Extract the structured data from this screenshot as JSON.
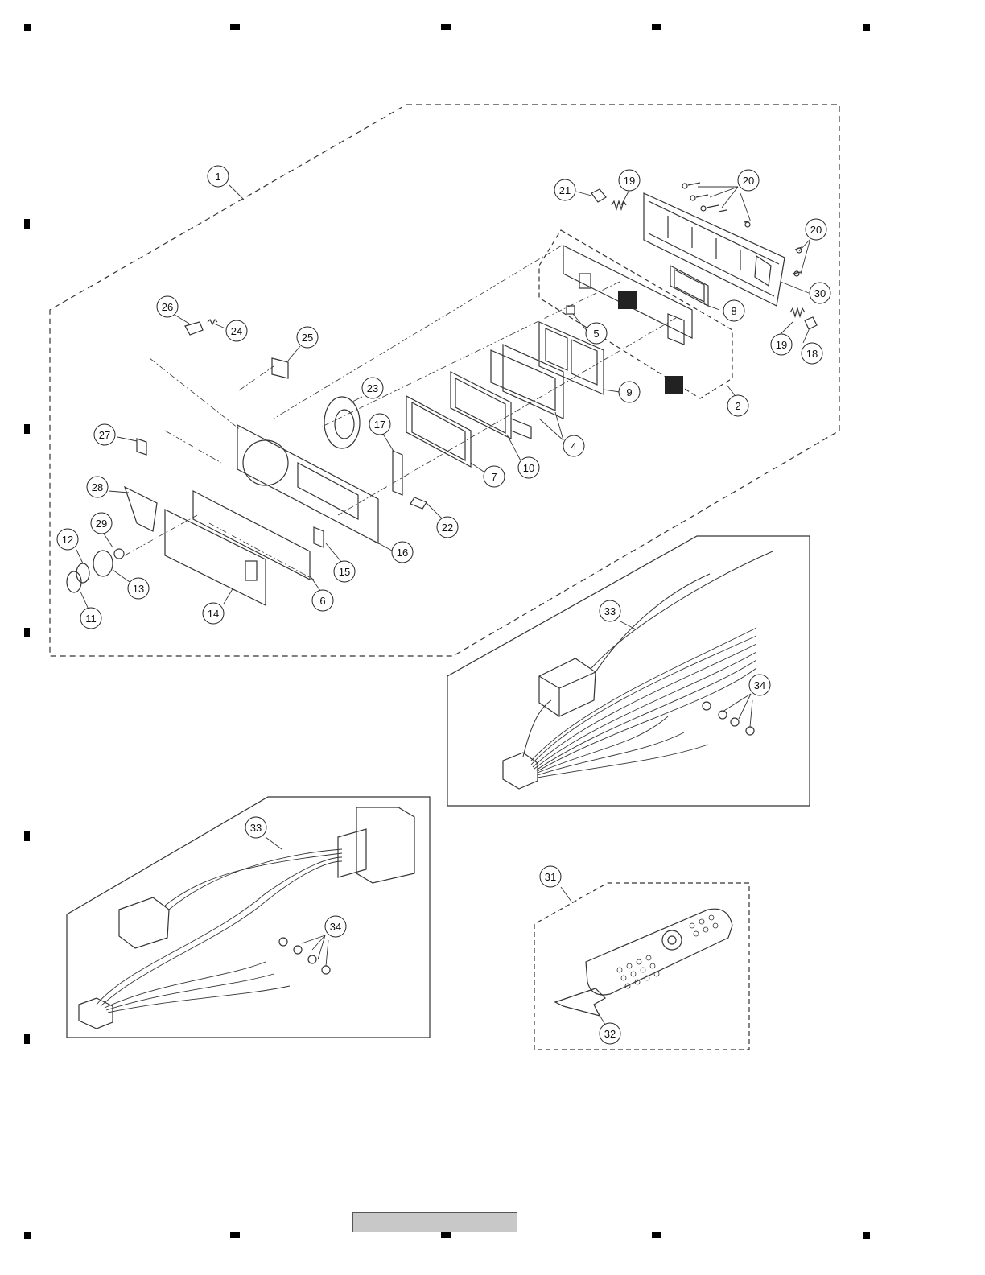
{
  "colors": {
    "line": "#333333",
    "dark": "#222222",
    "footer_bar": "#c8c8c8"
  },
  "callouts": {
    "c1": "1",
    "c2": "2",
    "c4": "4",
    "c5": "5",
    "c6": "6",
    "c7": "7",
    "c8": "8",
    "c9": "9",
    "c10": "10",
    "c11": "11",
    "c12": "12",
    "c13": "13",
    "c14": "14",
    "c15": "15",
    "c16": "16",
    "c17": "17",
    "c18": "18",
    "c19a": "19",
    "c19b": "19",
    "c20a": "20",
    "c20b": "20",
    "c21": "21",
    "c22": "22",
    "c23": "23",
    "c24": "24",
    "c25": "25",
    "c26": "26",
    "c27": "27",
    "c28": "28",
    "c29": "29",
    "c30": "30",
    "c31": "31",
    "c32": "32",
    "c33a": "33",
    "c34a": "34",
    "c33b": "33",
    "c34b": "34"
  }
}
